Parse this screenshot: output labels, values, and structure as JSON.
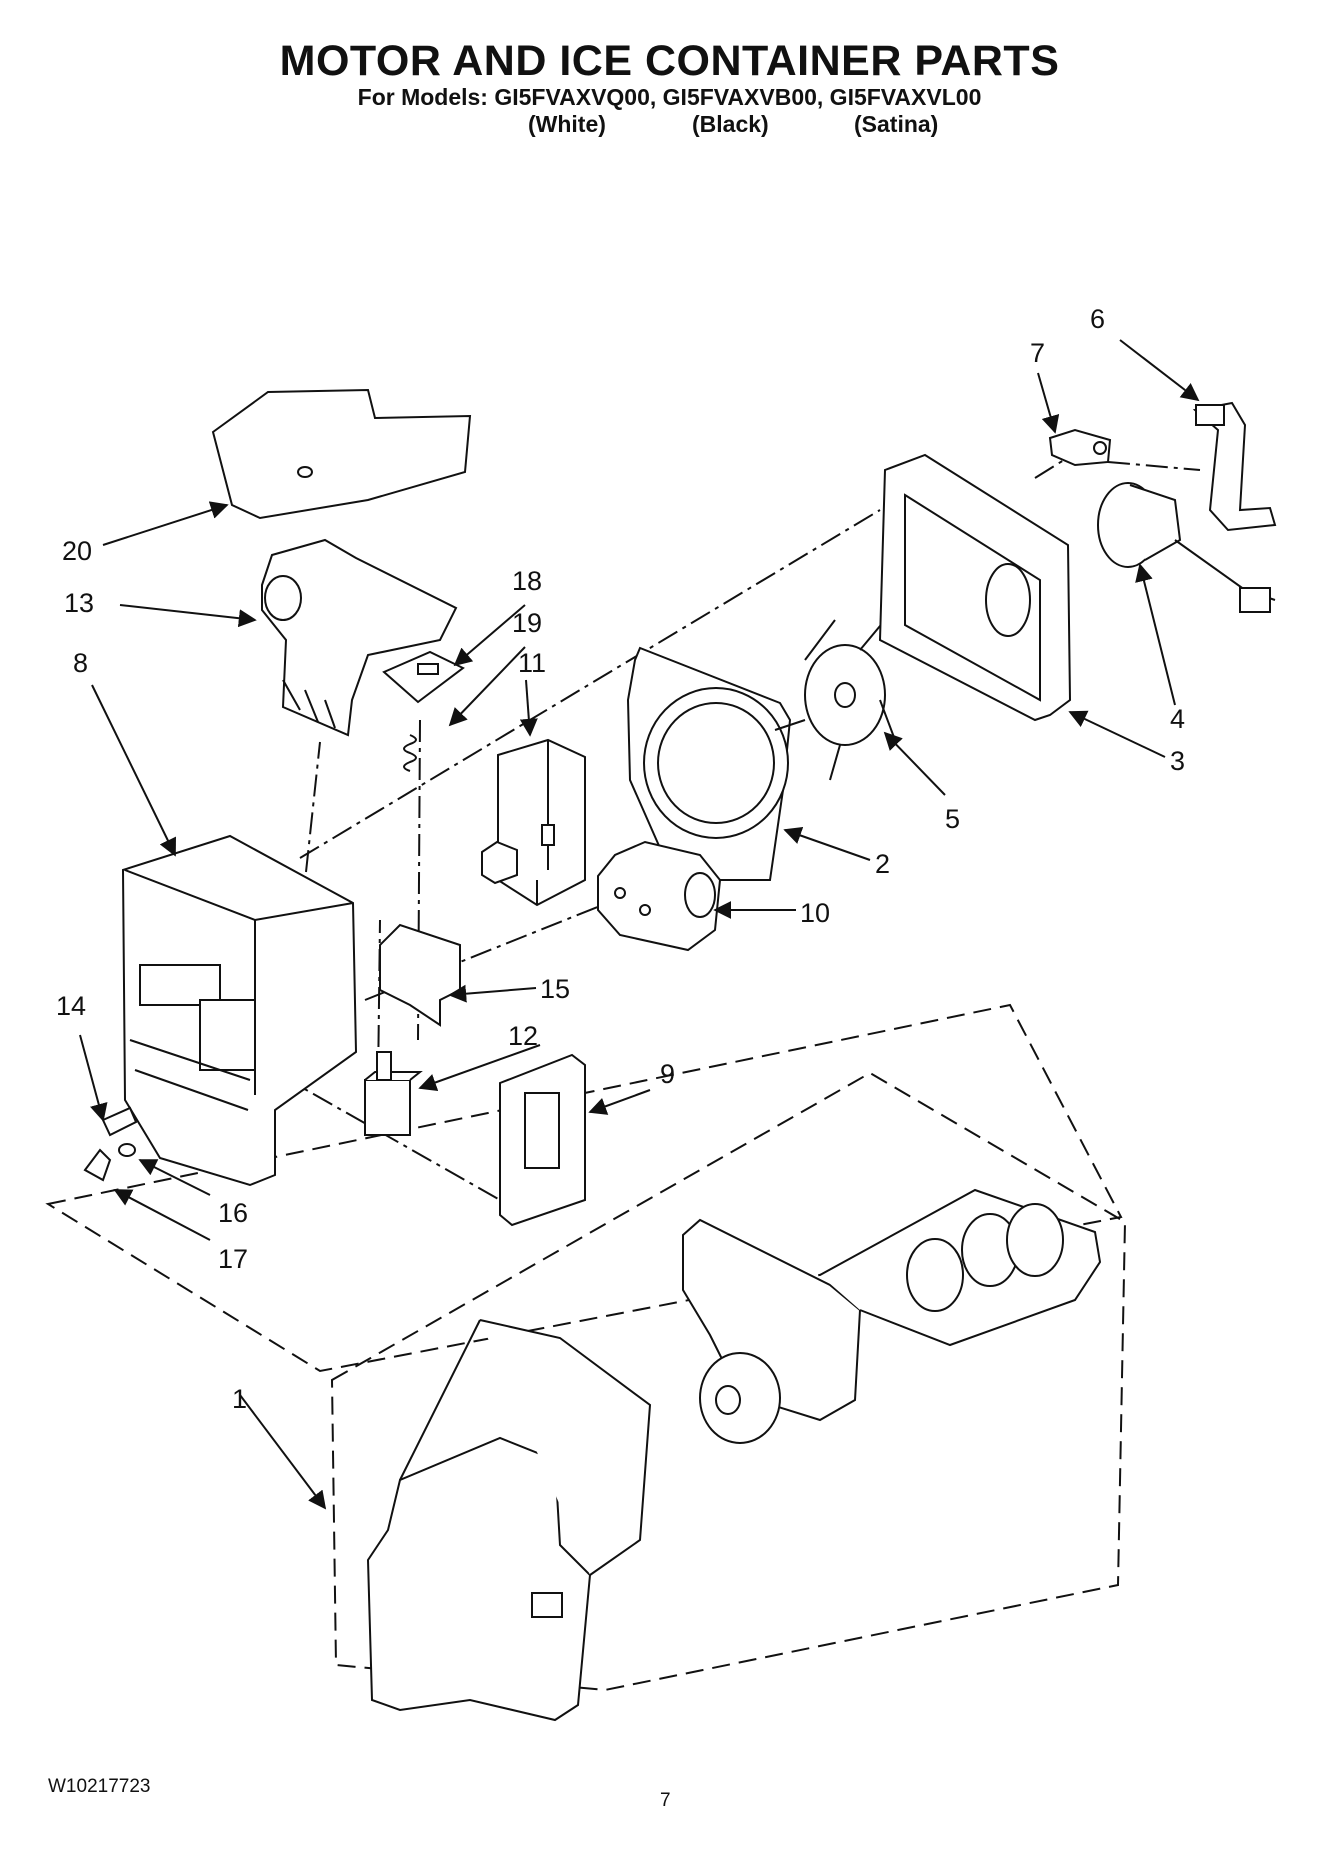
{
  "header": {
    "title": "MOTOR AND ICE CONTAINER PARTS",
    "models_line": "For Models: GI5FVAXVQ00, GI5FVAXVB00, GI5FVAXVL00",
    "variants": [
      "(White)",
      "(Black)",
      "(Satina)"
    ]
  },
  "callouts": [
    "1",
    "2",
    "3",
    "4",
    "5",
    "6",
    "7",
    "8",
    "9",
    "10",
    "11",
    "12",
    "13",
    "14",
    "15",
    "16",
    "17",
    "18",
    "19",
    "20"
  ],
  "footer": {
    "doc_number": "W10217723",
    "page_number": "7"
  }
}
